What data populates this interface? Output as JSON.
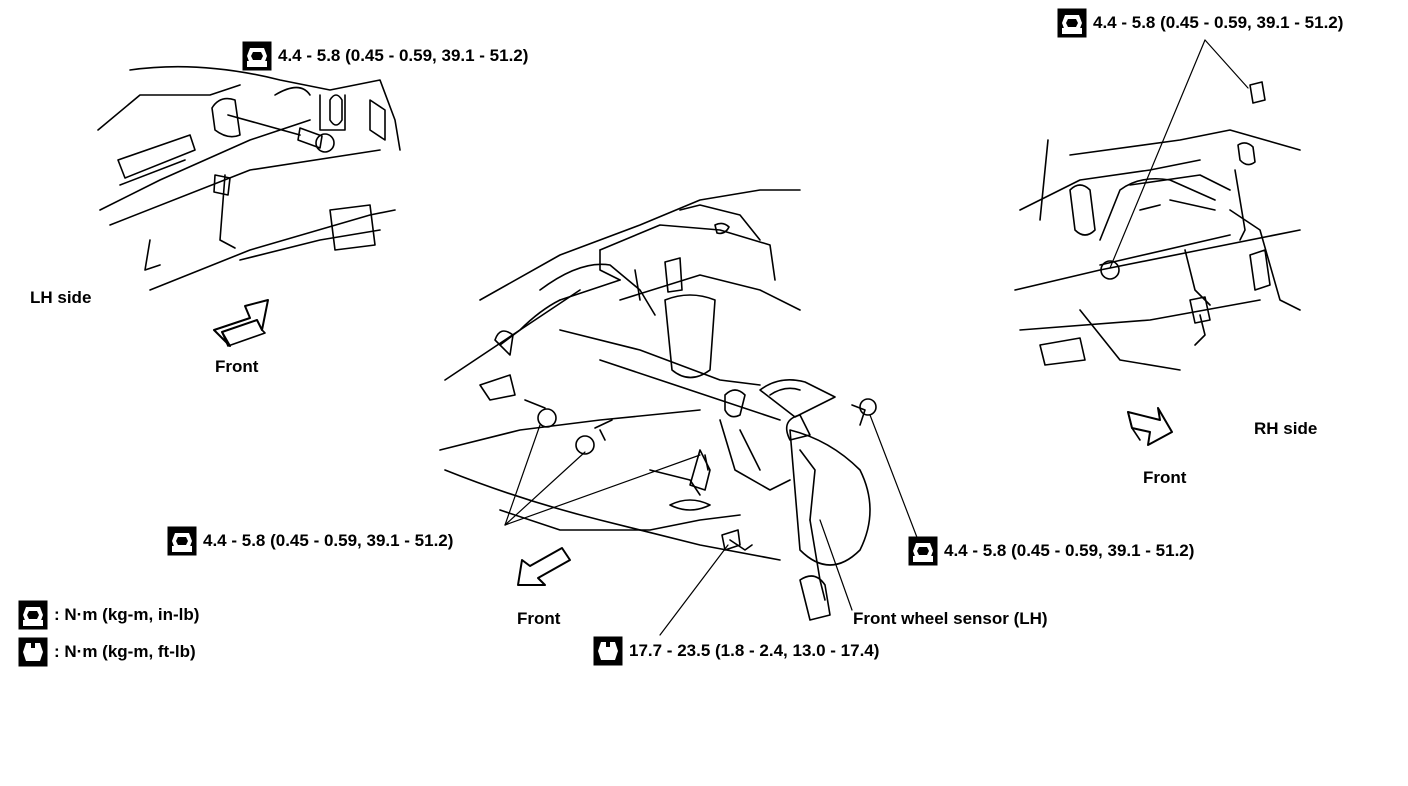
{
  "labels": {
    "lh_side": "LH side",
    "rh_side": "RH side",
    "front_lh": "Front",
    "front_center": "Front",
    "front_rh": "Front",
    "sensor": "Front wheel sensor (LH)"
  },
  "torques": {
    "lh_top": "4.4 - 5.8 (0.45 - 0.59, 39.1 - 51.2)",
    "rh_top": "4.4 - 5.8 (0.45 - 0.59, 39.1 - 51.2)",
    "center_left": "4.4 - 5.8 (0.45 - 0.59, 39.1 - 51.2)",
    "center_right": "4.4 - 5.8 (0.45 - 0.59, 39.1 - 51.2)",
    "center_bottom": "17.7 - 23.5 (1.8 - 2.4, 13.0 - 17.4)"
  },
  "legend": {
    "inlb": ": N·m (kg-m, in-lb)",
    "ftlb": ": N·m (kg-m, ft-lb)"
  },
  "icons": {
    "filled_wrench": "wrench-torque-in-lb-icon",
    "outline_wrench": "wrench-torque-ft-lb-icon"
  }
}
